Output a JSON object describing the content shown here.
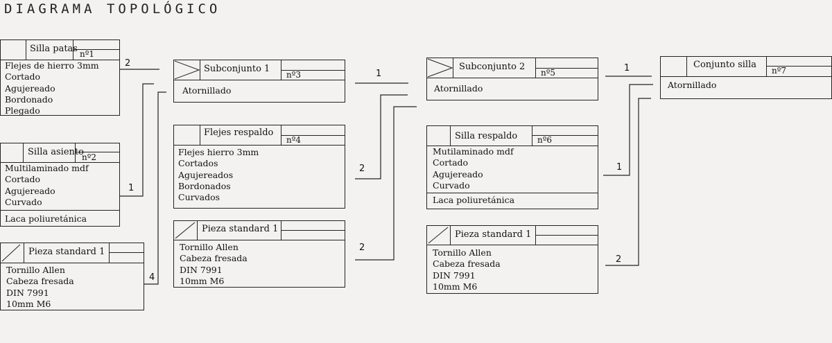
{
  "title": "DIAGRAMA TOPOLÓGICO",
  "boxes": {
    "silla_patas": {
      "name": "Silla patas",
      "num": "nº1",
      "ops": "Flejes de hierro 3mm\nCortado\nAgujereado\nBordonado\nPlegado"
    },
    "silla_asiento": {
      "name": "Silla asiento",
      "num": "nº2",
      "ops": "Multilaminado mdf\nCortado\nAgujereado\nCurvado",
      "finish": "Laca poliuretánica"
    },
    "pieza_1": {
      "name": "Pieza standard 1",
      "ops": "Tornillo Allen\nCabeza fresada\nDIN 7991\n10mm M6"
    },
    "subconjunto_1": {
      "name": "Subconjunto 1",
      "num": "nº3",
      "ops": "Atornillado"
    },
    "flejes_respaldo": {
      "name": "Flejes respaldo",
      "num": "nº4",
      "ops": "Flejes hierro 3mm\nCortados\nAgujereados\nBordonados\nCurvados"
    },
    "pieza_2": {
      "name": "Pieza standard 1",
      "ops": "Tornillo Allen\nCabeza fresada\nDIN 7991\n10mm M6"
    },
    "subconjunto_2": {
      "name": "Subconjunto 2",
      "num": "nº5",
      "ops": "Atornillado"
    },
    "silla_respaldo": {
      "name": "Silla respaldo",
      "num": "nº6",
      "ops": "Mutilaminado mdf\nCortado\nAgujereado\nCurvado",
      "finish": "Laca poliuretánica"
    },
    "pieza_3": {
      "name": "Pieza standard 1",
      "ops": "Tornillo Allen\nCabeza fresada\nDIN 7991\n10mm M6"
    },
    "conjunto_silla": {
      "name": "Conjunto silla",
      "num": "nº7",
      "ops": "Atornillado"
    }
  },
  "quantities": {
    "patas_to_sub1": "2",
    "asiento_to_sub1": "1",
    "pieza1_to_sub1": "4",
    "sub1_to_sub2": "1",
    "flejes_to_sub2": "2",
    "pieza2_to_sub2": "2",
    "sub2_to_conjunto": "1",
    "respaldo_to_conjunto": "1",
    "pieza3_to_conjunto": "2"
  }
}
